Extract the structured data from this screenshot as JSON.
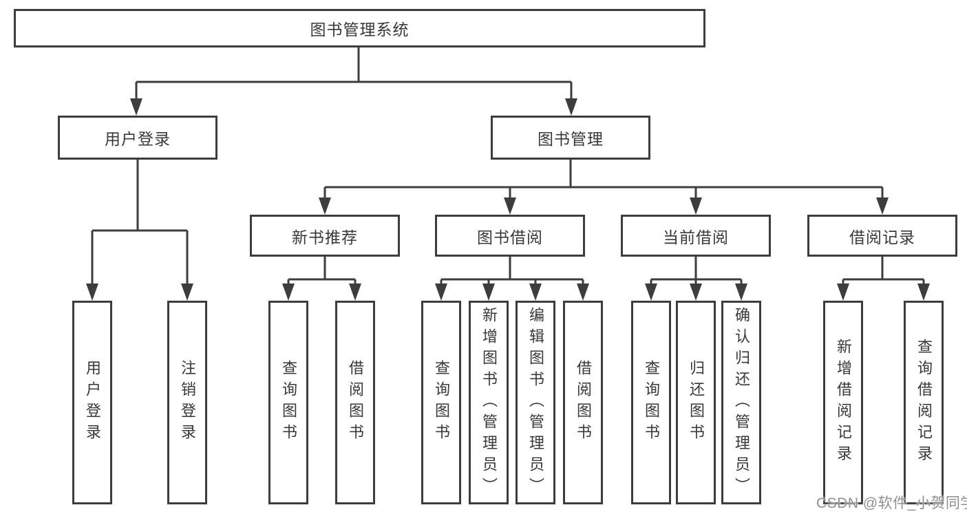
{
  "tree": {
    "label": "图书管理系统",
    "children": [
      {
        "label": "用户登录",
        "children": [
          {
            "label": "用户登录"
          },
          {
            "label": "注销登录"
          }
        ]
      },
      {
        "label": "图书管理",
        "children": [
          {
            "label": "新书推荐",
            "children": [
              {
                "label": "查询图书"
              },
              {
                "label": "借阅图书"
              }
            ]
          },
          {
            "label": "图书借阅",
            "children": [
              {
                "label": "查询图书"
              },
              {
                "label": "新增图书（管理员）"
              },
              {
                "label": "编辑图书（管理员）"
              },
              {
                "label": "借阅图书"
              }
            ]
          },
          {
            "label": "当前借阅",
            "children": [
              {
                "label": "查询图书"
              },
              {
                "label": "归还图书"
              },
              {
                "label": "确认归还（管理员）"
              }
            ]
          },
          {
            "label": "借阅记录",
            "children": [
              {
                "label": "新增借阅记录"
              },
              {
                "label": "查询借阅记录"
              }
            ]
          }
        ]
      }
    ]
  },
  "watermark": {
    "text": "CSDN @软件_小贺同学"
  },
  "colors": {
    "line": "#3d3d3d",
    "text": "#383838",
    "box_background": "#ffffff",
    "watermark": "#8f8f8f"
  }
}
